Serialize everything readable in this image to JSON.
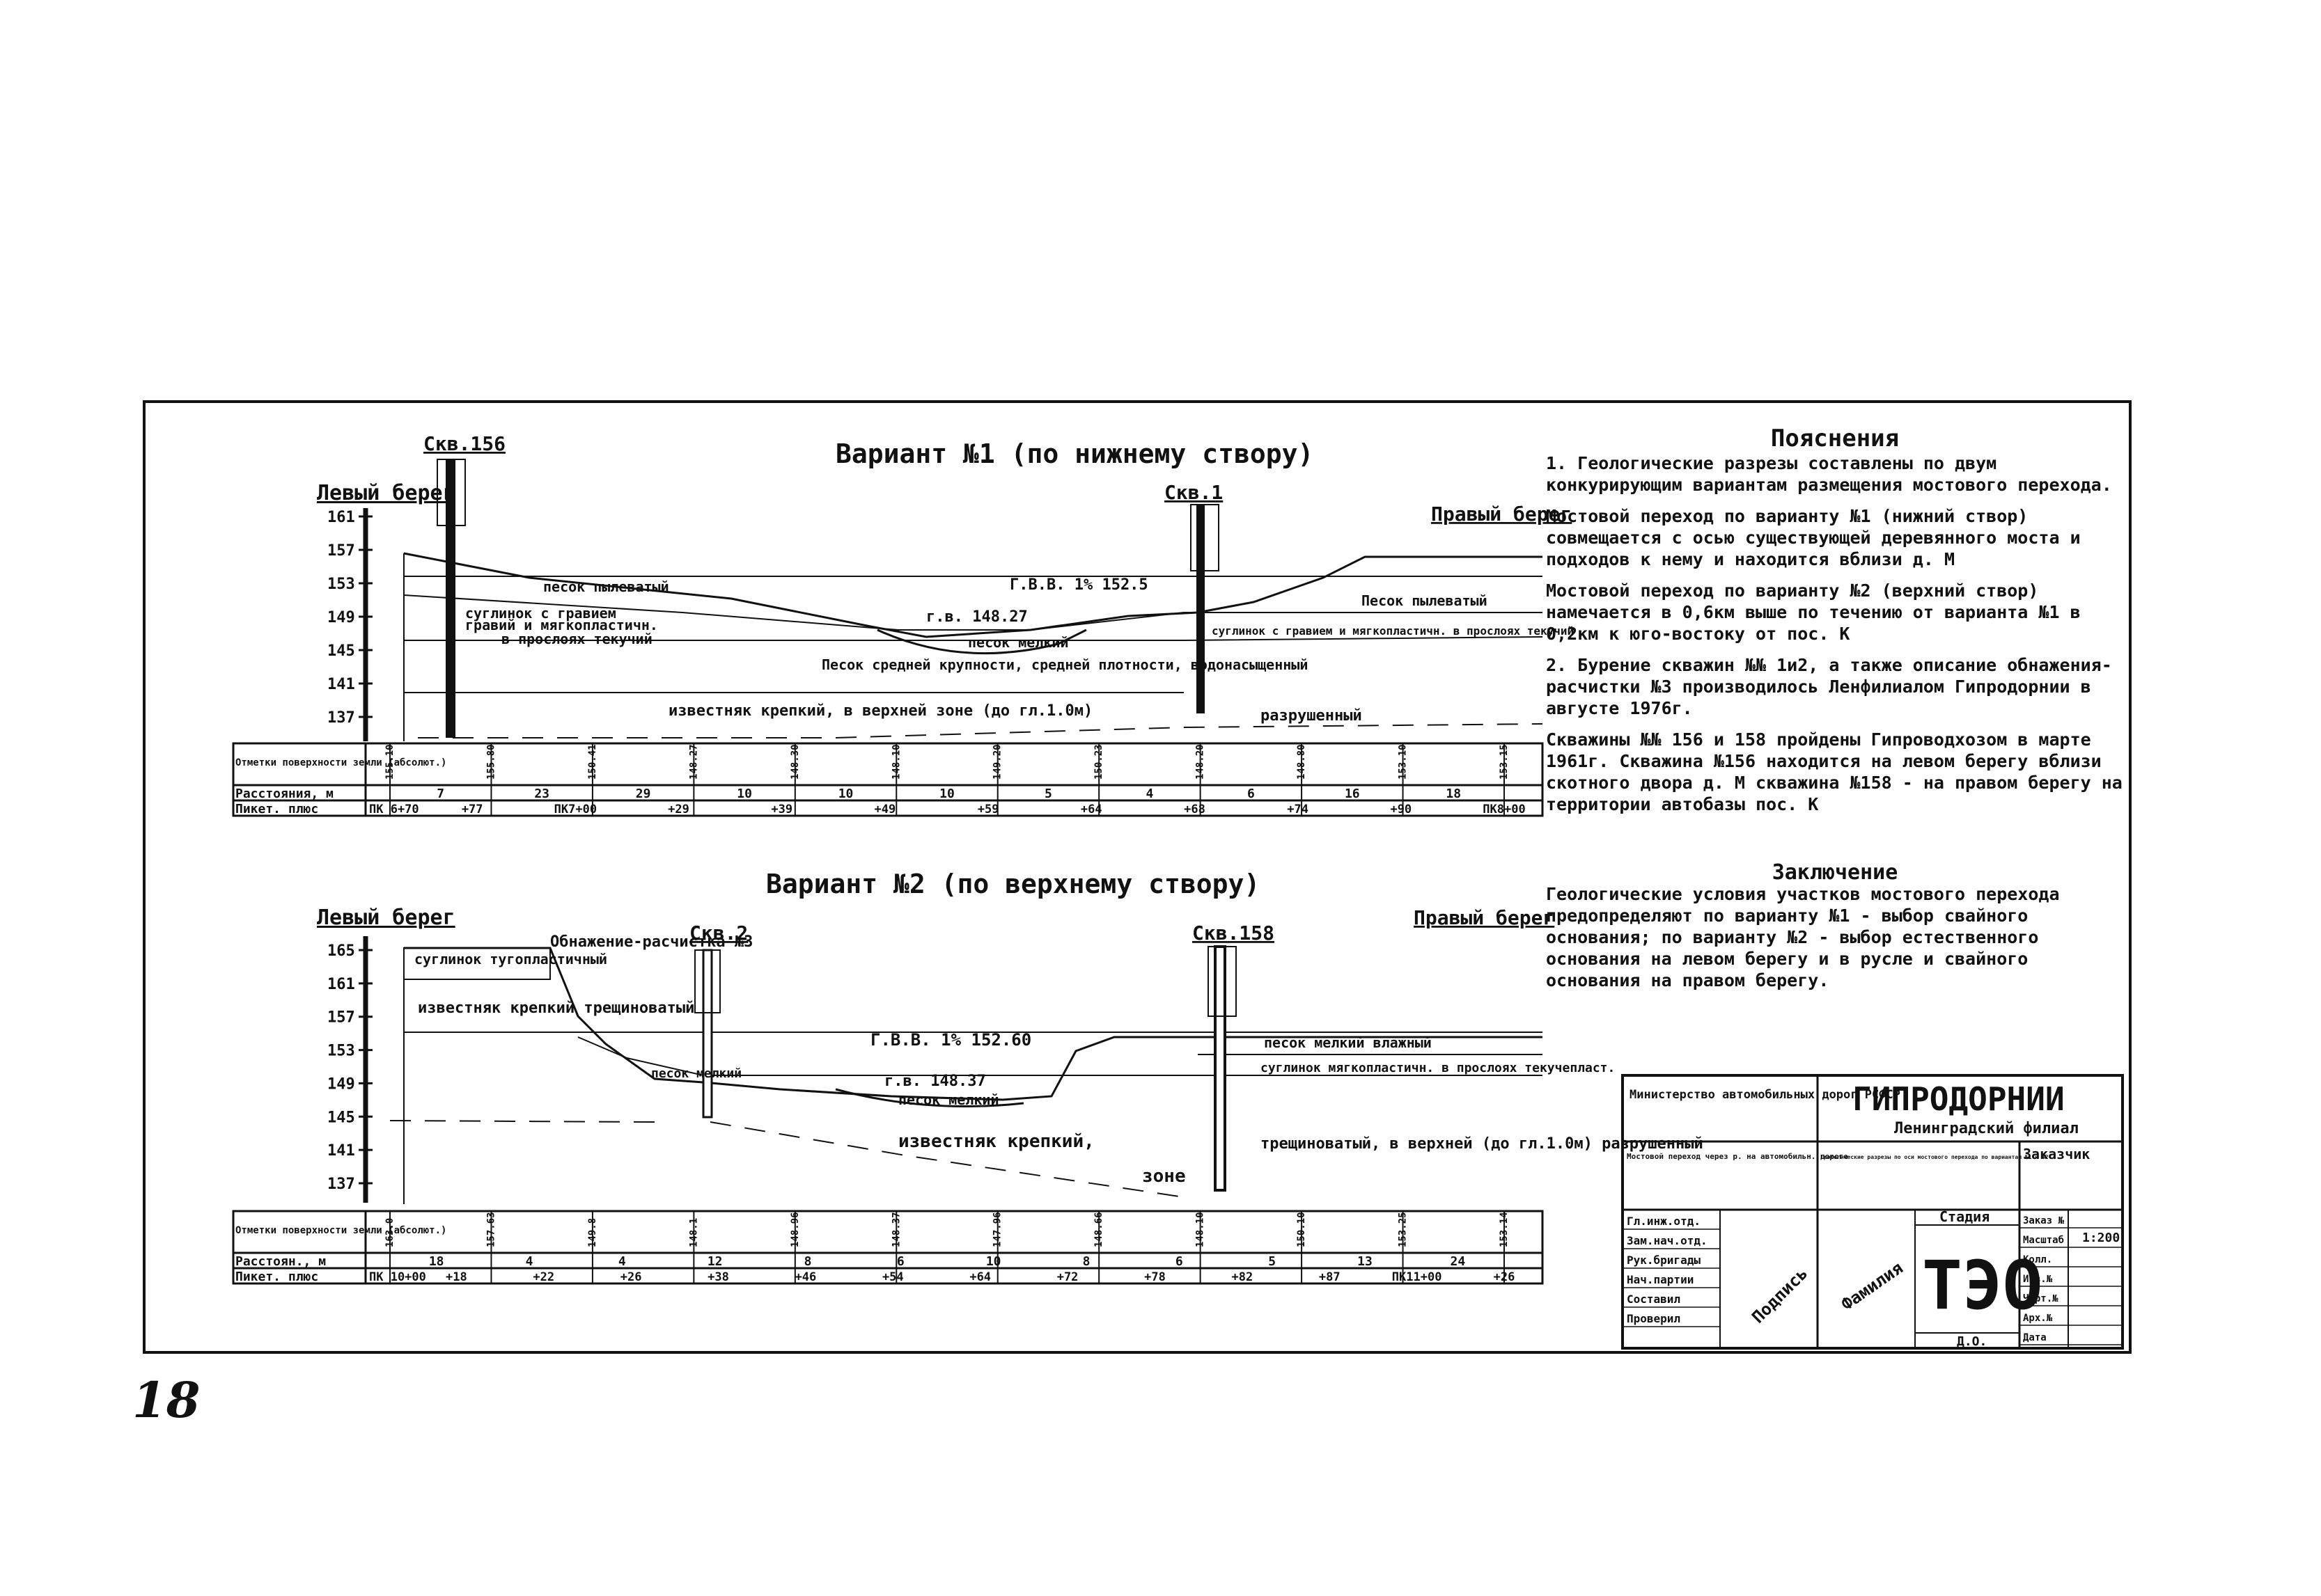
{
  "page_number": "18",
  "variant1": {
    "title": "Вариант №1 (по нижнему створу)",
    "left_bank": "Левый берег",
    "right_bank": "Правый берег",
    "boreholes": [
      "Скв.156",
      "Скв.1"
    ],
    "elev_ticks": [
      "161",
      "157",
      "153",
      "149",
      "145",
      "141",
      "137"
    ],
    "water_level": "Г.В.В. 1% 152.5",
    "mean_level": "г.в. 148.27",
    "layers": [
      "песок пылеватый",
      "суглинок с гравием",
      "гравий и мягкопластичн.",
      "в прослоях текучий",
      "песок мелкий",
      "Песок средней крупности, средней плотности, водонасыщенный",
      "известняк крепкий, в верхней зоне (до гл.1.0м)",
      "разрушенный",
      "суглинок с гравием и мягкопластичн. в прослоях текучий",
      "Песок пылеватый"
    ],
    "rows": [
      "Отметки поверхности земли (абсолют.)",
      "Расстояния, м",
      "Пикет. плюс"
    ],
    "elevations": [
      "155.10",
      "155.80",
      "150.41",
      "148.27",
      "148.30",
      "148.10",
      "149.20",
      "150.23",
      "148.20",
      "148.80",
      "153.10",
      "153.15"
    ],
    "distances": [
      "7",
      "23",
      "29",
      "10",
      "10",
      "10",
      "5",
      "4",
      "6",
      "16",
      "18"
    ],
    "pickets": [
      "ПК 6+70",
      "+77",
      "ПК7+00",
      "+29",
      "+39",
      "+49",
      "+59",
      "+64",
      "+68",
      "+74",
      "+90",
      "ПК8+00"
    ]
  },
  "variant2": {
    "title": "Вариант №2 (по верхнему створу)",
    "left_bank": "Левый берег",
    "right_bank": "Правый берег",
    "boreholes": [
      "Скв.2",
      "Скв.158"
    ],
    "outcrop": "Обнажение-расчистка №3",
    "elev_ticks": [
      "165",
      "161",
      "157",
      "153",
      "149",
      "145",
      "141",
      "137"
    ],
    "water_level": "Г.В.В. 1% 152.60",
    "mean_level": "г.в. 148.37",
    "layers": [
      "суглинок тугопластичный",
      "известняк крепкий трещиноватый",
      "песок мелкий",
      "песок мелкий",
      "известняк крепкий,",
      "зоне",
      "трещиноватый, в верхней (до гл.1.0м) разрушенный",
      "песок мелкий влажный",
      "суглинок мягкопластичн. в прослоях текучепласт."
    ],
    "rows": [
      "Отметки поверхности земли (абсолют.)",
      "Расстоян., м",
      "Пикет. плюс"
    ],
    "elevations": [
      "163.0",
      "157.63",
      "149.8",
      "148.1",
      "148.96",
      "148.37",
      "147.96",
      "148.66",
      "148.10",
      "150.10",
      "153.25",
      "153.14"
    ],
    "distances": [
      "18",
      "4",
      "4",
      "12",
      "8",
      "6",
      "10",
      "8",
      "6",
      "5",
      "13",
      "24"
    ],
    "pickets": [
      "ПК 10+00",
      "+18",
      "+22",
      "+26",
      "+38",
      "+46",
      "+54",
      "+64",
      "+72",
      "+78",
      "+82",
      "+87",
      "ПК11+00",
      "+26"
    ]
  },
  "notes": {
    "heading": "Пояснения",
    "p1": "1. Геологические разрезы составлены по двум конкурирующим вариантам размещения мостового перехода.",
    "p1b": "Мостовой переход по варианту №1 (нижний створ) совмещается с осью существующей деревянного моста и подходов к нему и находится вблизи д. М",
    "p1c": "Мостовой переход по варианту №2 (верхний створ) намечается в 0,6км выше по течению от варианта №1 в 0,2км к юго-востоку от пос. К",
    "p2": "2. Бурение скважин №№ 1и2, а также описание обнажения-расчистки №3 производилось Ленфилиалом Гипродорнии в августе 1976г.",
    "p2b": "Скважины №№ 156 и 158 пройдены Гипроводхозом в марте 1961г. Скважина №156 находится на левом берегу вблизи скотного двора д. М скважина №158 - на правом берегу на территории автобазы пос. К"
  },
  "conclusion": {
    "heading": "Заключение",
    "text": "Геологические условия участков мостового перехода предопределяют по варианту №1 - выбор свайного основания; по варианту №2 - выбор естественного основания на левом берегу и в русле и свайного основания на правом берегу."
  },
  "title_block": {
    "ministry": "Министерство автомобильных дорог РСФСР",
    "org": "ГИПРОДОРНИИ",
    "branch": "Ленинградский филиал",
    "object": "Мостовой переход через р. на автомобильн. дороге",
    "sheet_title": "Геологические разрезы по оси мостового перехода по вариантам №1 и №2",
    "customer": "Заказчик",
    "stage_label": "Стадия",
    "stage": "ТЭО",
    "scale": "1:200",
    "sign": "Д.О.",
    "roles": [
      "Гл.инж.отд.",
      "Зам.нач.отд.",
      "Рук.бригады",
      "Нач.партии",
      "Составил",
      "Проверил"
    ],
    "right_labels": [
      "Заказ №",
      "Масштаб",
      "Колл.",
      "Инв.№",
      "Черт.№",
      "Арх.№",
      "Дата"
    ],
    "signatures": [
      "Фамилия",
      "Подпись"
    ]
  }
}
